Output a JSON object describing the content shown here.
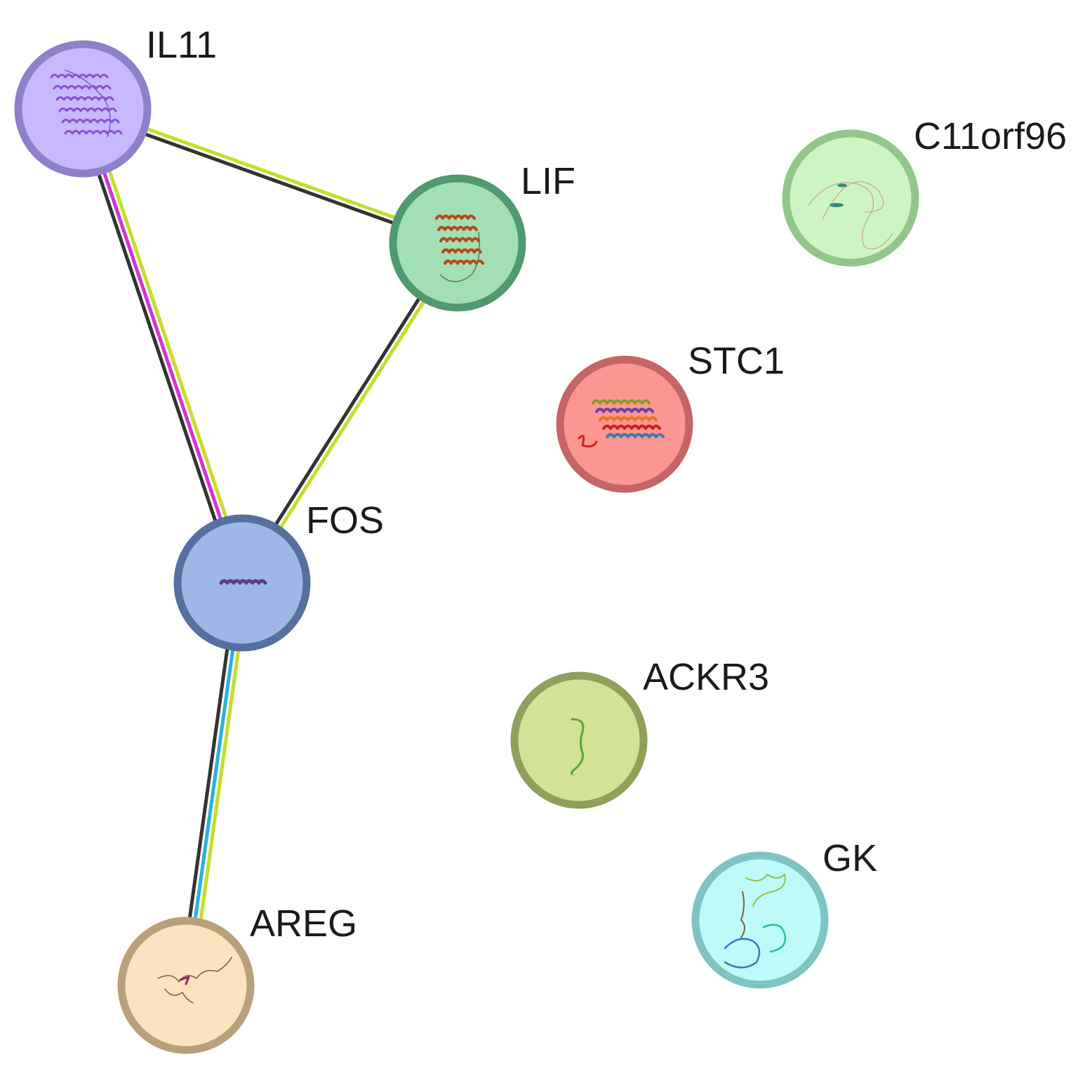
{
  "network": {
    "nodes": [
      {
        "id": "IL11",
        "label": "IL11",
        "fill": "#c8b9ff",
        "stroke": "#8f80cc",
        "structure_color": "#8a4fd6"
      },
      {
        "id": "LIF",
        "label": "LIF",
        "fill": "#a3dfb5",
        "stroke": "#4f9a6e",
        "structure_color": "#b5481b"
      },
      {
        "id": "C11orf96",
        "label": "C11orf96",
        "fill": "#cdf5c2",
        "stroke": "#93c68a",
        "structure_color": "#c9a882"
      },
      {
        "id": "STC1",
        "label": "STC1",
        "fill": "#fb9690",
        "stroke": "#c56565",
        "structure_color": "#6d3fa8"
      },
      {
        "id": "FOS",
        "label": "FOS",
        "fill": "#9db8e6",
        "stroke": "#55709f",
        "structure_color": "#5a3d8c"
      },
      {
        "id": "ACKR3",
        "label": "ACKR3",
        "fill": "#d2e298",
        "stroke": "#8fa05a",
        "structure_color": "#5aa832"
      },
      {
        "id": "GK",
        "label": "GK",
        "fill": "#bdfbfb",
        "stroke": "#7fc3c3",
        "structure_color": "#3a78c6"
      },
      {
        "id": "AREG",
        "label": "AREG",
        "fill": "#fde2bf",
        "stroke": "#b8a07a",
        "structure_color": "#8c2a5a"
      }
    ],
    "edges": [
      {
        "source": "IL11",
        "target": "LIF",
        "evidence_colors": [
          "#c6dd2a",
          "#333333"
        ]
      },
      {
        "source": "IL11",
        "target": "FOS",
        "evidence_colors": [
          "#c6dd2a",
          "#d932d1",
          "#333333"
        ]
      },
      {
        "source": "LIF",
        "target": "FOS",
        "evidence_colors": [
          "#c6dd2a",
          "#333333"
        ]
      },
      {
        "source": "FOS",
        "target": "AREG",
        "evidence_colors": [
          "#c6dd2a",
          "#27b3d9",
          "#333333"
        ]
      }
    ]
  }
}
